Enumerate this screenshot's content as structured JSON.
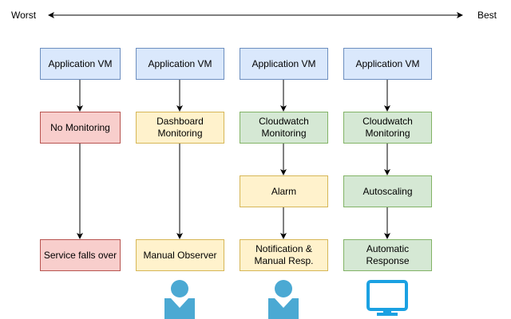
{
  "scale": {
    "worst_label": "Worst",
    "best_label": "Best"
  },
  "colors": {
    "blue_fill": "#dae8fc",
    "blue_stroke": "#6c8ebf",
    "red_fill": "#f8cecc",
    "red_stroke": "#b85450",
    "yellow_fill": "#fff2cc",
    "yellow_stroke": "#d6b656",
    "green_fill": "#d5e8d4",
    "green_stroke": "#82b366",
    "person_icon": "#4ba9d3",
    "monitor_icon": "#1ba1e2"
  },
  "columns": [
    {
      "vm": "Application VM",
      "monitoring": "No Monitoring",
      "outcome": "Service falls over",
      "theme": "red"
    },
    {
      "vm": "Application VM",
      "monitoring": "Dashboard\nMonitoring",
      "outcome": "Manual Observer",
      "theme": "yellow",
      "icon": "person-icon"
    },
    {
      "vm": "Application VM",
      "monitoring": "Cloudwatch\nMonitoring",
      "middle": "Alarm",
      "middle_theme": "yellow",
      "outcome": "Notification &\nManual Resp.",
      "theme": "green",
      "outcome_theme": "yellow",
      "icon": "person-icon"
    },
    {
      "vm": "Application VM",
      "monitoring": "Cloudwatch\nMonitoring",
      "middle": "Autoscaling",
      "middle_theme": "green",
      "outcome": "Automatic\nResponse",
      "theme": "green",
      "outcome_theme": "green",
      "icon": "monitor-icon"
    }
  ]
}
